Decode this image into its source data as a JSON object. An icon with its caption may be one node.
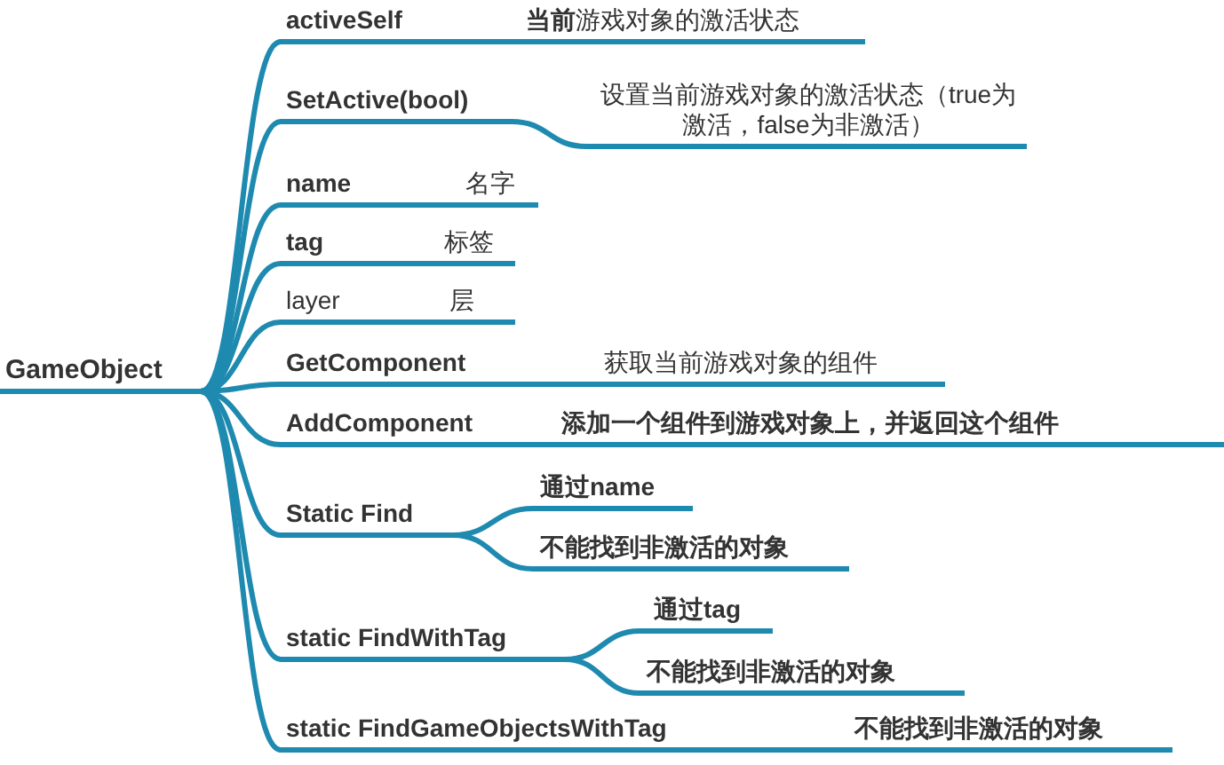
{
  "diagram": {
    "nodes": [
      {
        "text": [
          "GameObject"
        ]
      },
      {
        "text": [
          "activeSelf"
        ]
      },
      {
        "text": [
          "**当前**游戏对象的激活状态"
        ]
      },
      {
        "text": [
          "SetActive(bool)"
        ]
      },
      {
        "text": [
          "设置当前游戏对象的激活状态（true为激活，false为非激活）"
        ]
      },
      {
        "text": [
          "name"
        ]
      },
      {
        "text": [
          "名字"
        ]
      },
      {
        "text": [
          "tag"
        ]
      },
      {
        "text": [
          "标签"
        ]
      },
      {
        "text": [
          "layer"
        ]
      },
      {
        "text": [
          "层"
        ]
      },
      {
        "text": [
          "GetComponent"
        ]
      },
      {
        "text": [
          "获取当前游戏对象的组件"
        ]
      },
      {
        "text": [
          "AddComponent"
        ]
      },
      {
        "text": [
          "添加一个组件到游戏对象上，并返回这个组件"
        ]
      },
      {
        "text": [
          "Static Find"
        ]
      },
      {
        "text": [
          "通过name"
        ]
      },
      {
        "text": [
          "不能找到非激活的对象"
        ]
      },
      {
        "text": [
          "static FindWithTag"
        ]
      },
      {
        "text": [
          "通过tag"
        ]
      },
      {
        "text": [
          "不能找到非激活的对象"
        ]
      },
      {
        "text": [
          "static FindGameObjectsWithTag"
        ]
      },
      {
        "text": [
          "不能找到非激活的对象"
        ]
      }
    ],
    "edges": [
      {
        "from": 0,
        "to": 1,
        "arrow": "none"
      },
      {
        "from": 1,
        "to": 2,
        "arrow": "none"
      },
      {
        "from": 0,
        "to": 3,
        "arrow": "none"
      },
      {
        "from": 3,
        "to": 4,
        "arrow": "none"
      },
      {
        "from": 0,
        "to": 5,
        "arrow": "none"
      },
      {
        "from": 5,
        "to": 6,
        "arrow": "none"
      },
      {
        "from": 0,
        "to": 7,
        "arrow": "none"
      },
      {
        "from": 7,
        "to": 8,
        "arrow": "none"
      },
      {
        "from": 0,
        "to": 9,
        "arrow": "none"
      },
      {
        "from": 9,
        "to": 10,
        "arrow": "none"
      },
      {
        "from": 0,
        "to": 11,
        "arrow": "none"
      },
      {
        "from": 11,
        "to": 12,
        "arrow": "none"
      },
      {
        "from": 0,
        "to": 13,
        "arrow": "none"
      },
      {
        "from": 13,
        "to": 14,
        "arrow": "none"
      },
      {
        "from": 0,
        "to": 15,
        "arrow": "none"
      },
      {
        "from": 15,
        "to": 16,
        "arrow": "none"
      },
      {
        "from": 15,
        "to": 17,
        "arrow": "none"
      },
      {
        "from": 0,
        "to": 18,
        "arrow": "none"
      },
      {
        "from": 18,
        "to": 19,
        "arrow": "none"
      },
      {
        "from": 18,
        "to": 20,
        "arrow": "none"
      },
      {
        "from": 0,
        "to": 21,
        "arrow": "none"
      },
      {
        "from": 21,
        "to": 22,
        "arrow": "none"
      }
    ]
  }
}
